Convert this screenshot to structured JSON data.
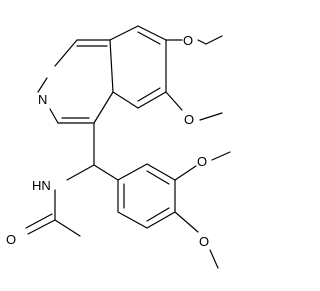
{
  "molecule": {
    "atom_labels": {
      "ring_nitrogen": "N",
      "amide_nh": "HN",
      "carbonyl_oxygen": "O",
      "methoxy_6_oxygen": "O",
      "methoxy_7_oxygen": "O",
      "methoxy_3p_oxygen": "O",
      "methoxy_4p_oxygen": "O"
    }
  }
}
